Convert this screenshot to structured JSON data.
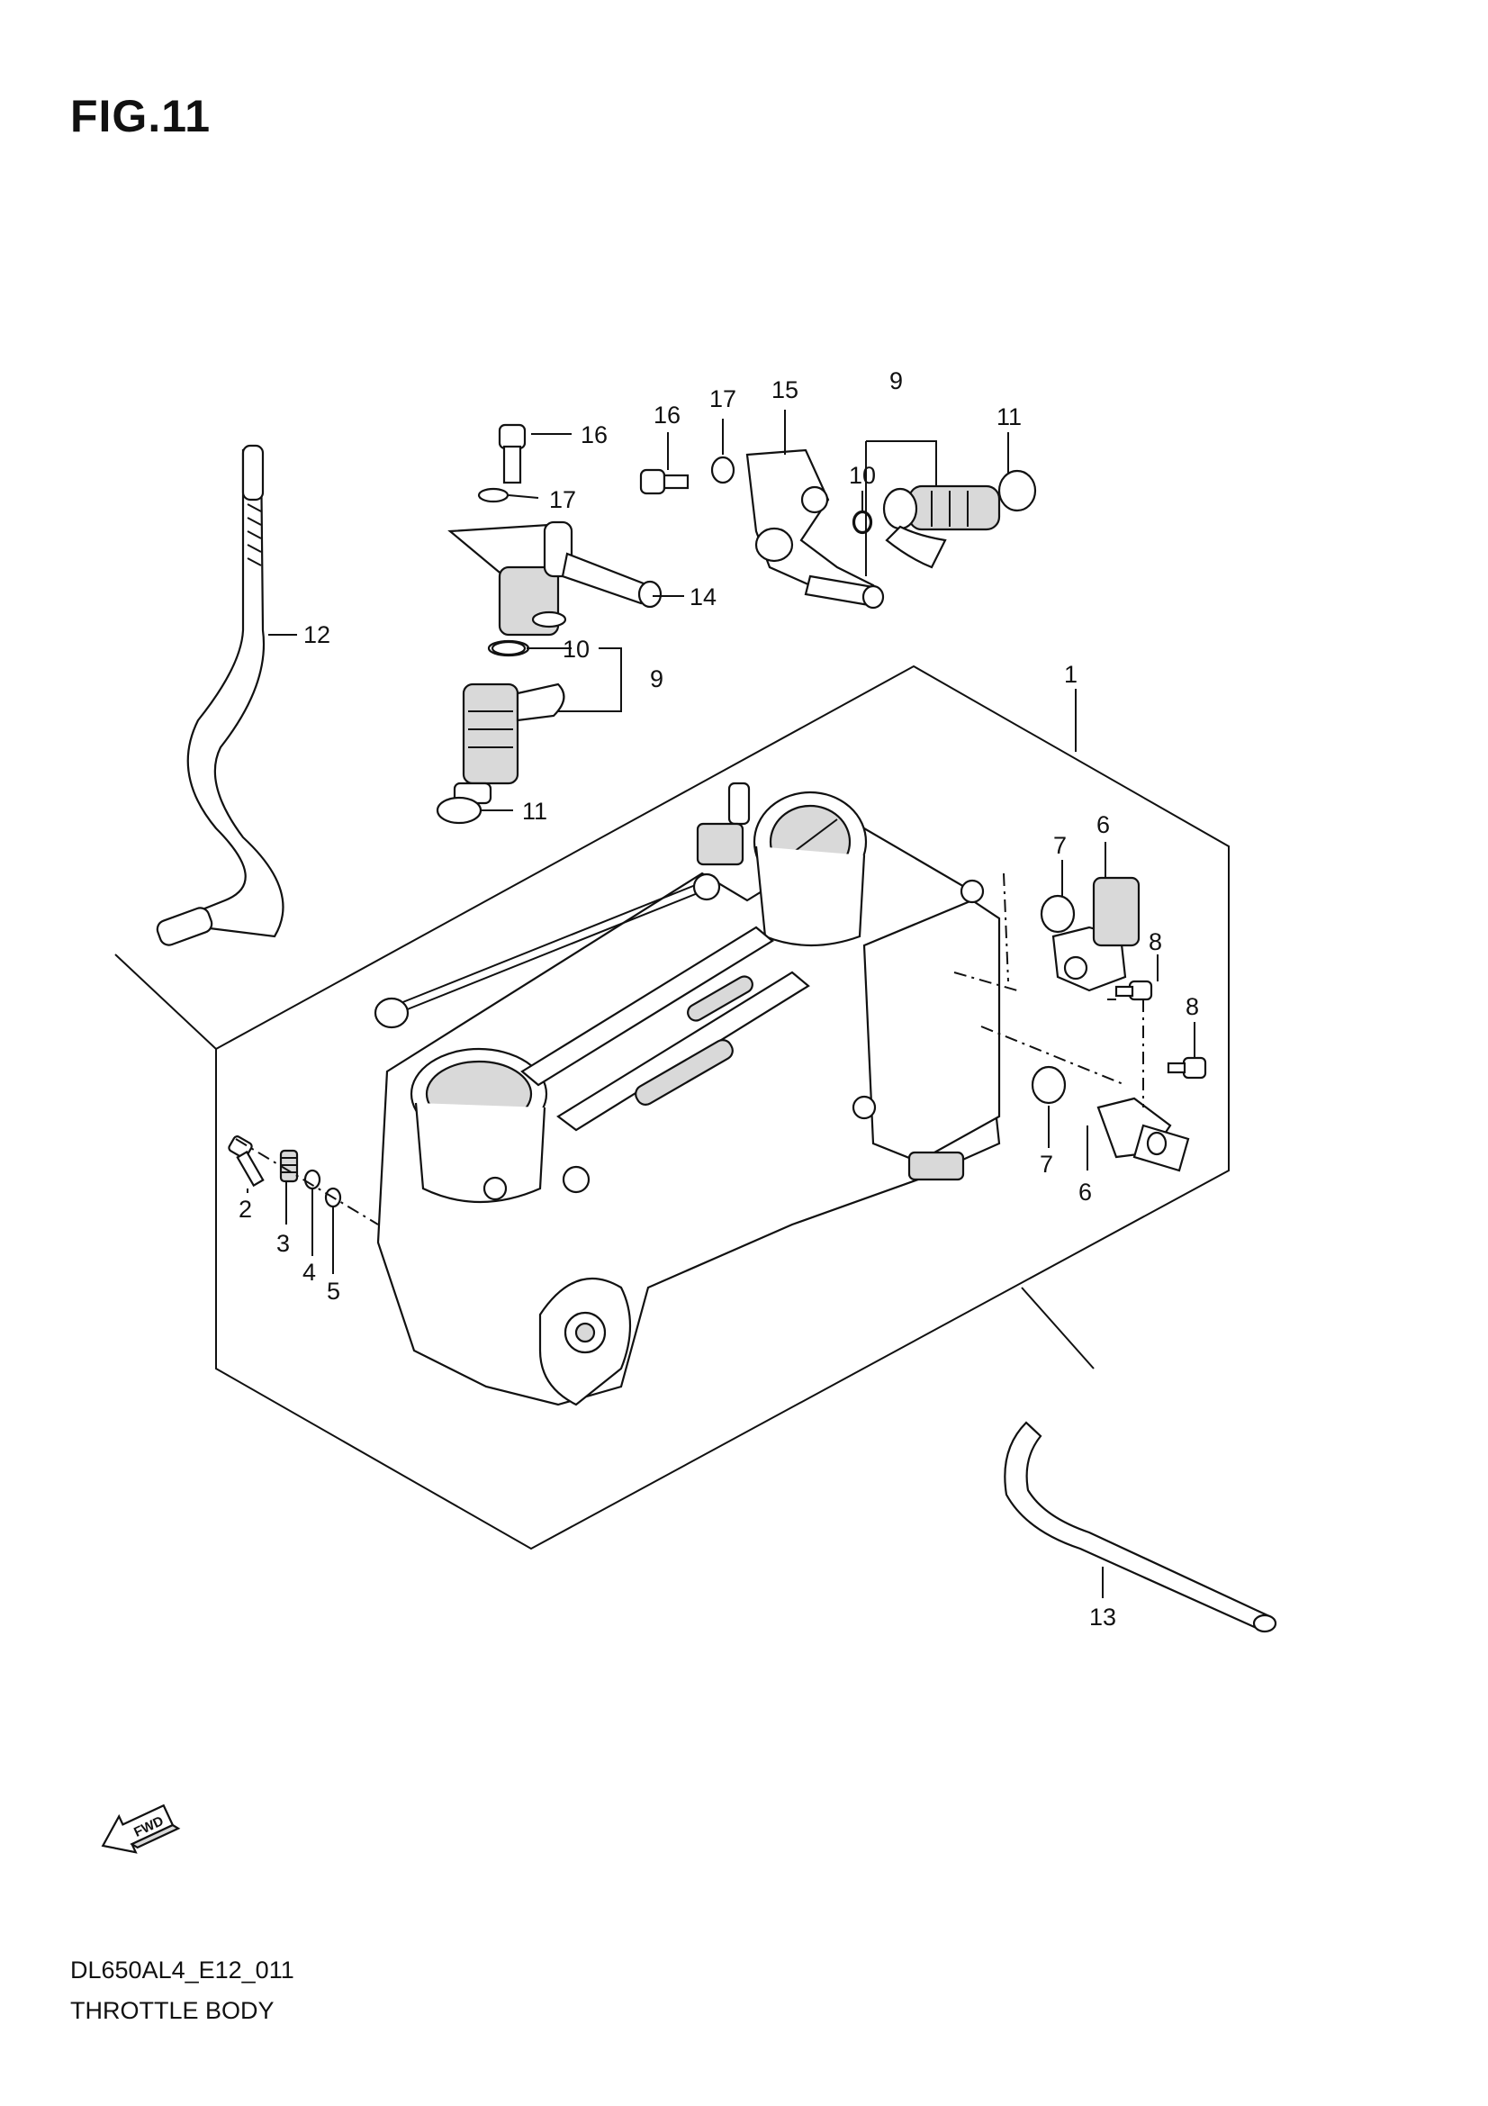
{
  "figure": {
    "title": "FIG.11"
  },
  "footer": {
    "model_code": "DL650AL4_E12_011",
    "section_title": "THROTTLE BODY"
  },
  "fwd_arrow": {
    "label": "FWD",
    "icon": "fwd-arrow-icon"
  },
  "callouts": {
    "c1": "1",
    "c2": "2",
    "c3": "3",
    "c4": "4",
    "c5": "5",
    "c6a": "6",
    "c6b": "6",
    "c7a": "7",
    "c7b": "7",
    "c8a": "8",
    "c8b": "8",
    "c9a": "9",
    "c9b": "9",
    "c10a": "10",
    "c10b": "10",
    "c11a": "11",
    "c11b": "11",
    "c12": "12",
    "c13": "13",
    "c14": "14",
    "c15": "15",
    "c16a": "16",
    "c16b": "16",
    "c17a": "17",
    "c17b": "17"
  }
}
